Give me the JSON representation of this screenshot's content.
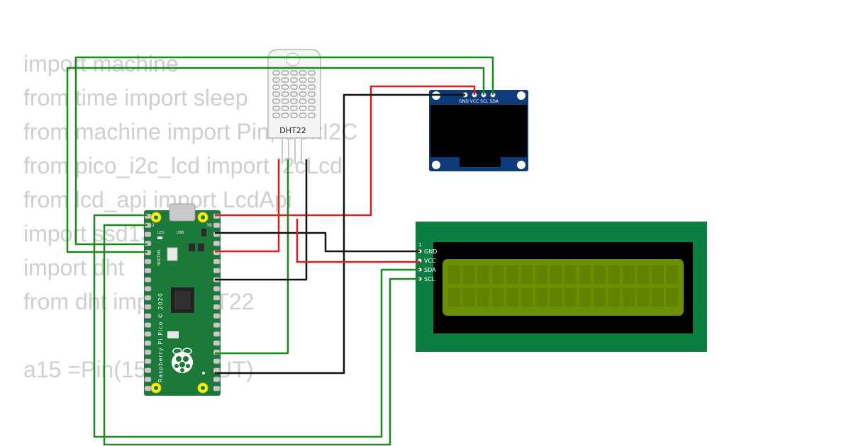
{
  "editor": {
    "code_lines": [
      "import machine",
      "from time import sleep",
      "from machine import Pin, SoftI2C",
      "from pico_i2c_lcd import I2cLcd",
      "from lcd_api import LcdApi",
      "import ssd1306",
      "import dht",
      "from dht import DHT22",
      "",
      "a15 =Pin(15, Pin.OUT)"
    ]
  },
  "pico": {
    "board_text": "Raspberry Pi Pico © 2020",
    "led_label": "LED",
    "usb_label": "USB",
    "bootsel_label": "BOOTSEL",
    "pin1_label": "1",
    "pin2_label": "2",
    "pin39_label": "39",
    "board_color": "#1b7a3a"
  },
  "dht22": {
    "label": "DHT22"
  },
  "oled": {
    "pin_labels": "GND VCC SCL SDA",
    "board_color": "#0d3a78"
  },
  "lcd": {
    "pin1_label": "1",
    "pins": [
      "GND",
      "VCC",
      "SDA",
      "SCL"
    ],
    "board_color": "#0b7f3f",
    "screen_color": "#6a8f00"
  },
  "wire_colors": {
    "green": "#1a8a1a",
    "red": "#e01b1b",
    "black": "#111111"
  }
}
